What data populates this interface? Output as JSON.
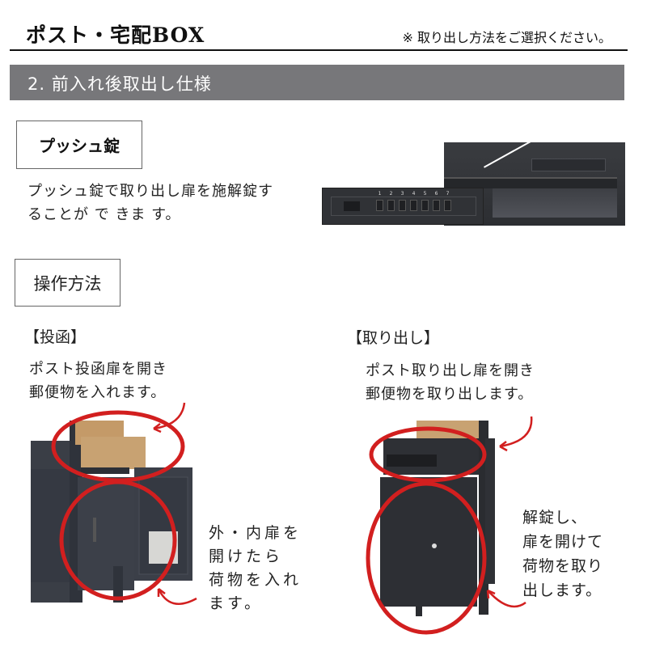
{
  "header": {
    "title": "ポスト・宅配BOX",
    "note": "※ 取り出し方法をご選択ください。"
  },
  "section": {
    "title": "2. 前入れ後取出し仕様"
  },
  "push_lock": {
    "label": "プッシュ錠",
    "description_lines": [
      "プッシュ錠で取り出し扉を施解錠す",
      "ることが で きま す。"
    ],
    "keypad_numbers": [
      "1",
      "2",
      "3",
      "4",
      "5",
      "6",
      "7"
    ]
  },
  "operation": {
    "label": "操作方法",
    "deposit": {
      "heading": "【投函】",
      "description_lines": [
        "ポスト投函扉を開き",
        "郵便物を入れます。"
      ],
      "side_lines": [
        "外・内扉を",
        "開けたら",
        "荷物を入れ",
        "ます。"
      ]
    },
    "retrieve": {
      "heading": "【取り出し】",
      "description_lines": [
        "ポスト取り出し扉を開き",
        "郵便物を取り出します。"
      ],
      "side_lines": [
        "解錠し、",
        "扉を開けて",
        "荷物を取り",
        "出します。"
      ]
    }
  },
  "colors": {
    "section_bar": "#77777a",
    "highlight_red": "#d21f1f",
    "product_dark": "#34373d",
    "wood": "#c8a272"
  }
}
